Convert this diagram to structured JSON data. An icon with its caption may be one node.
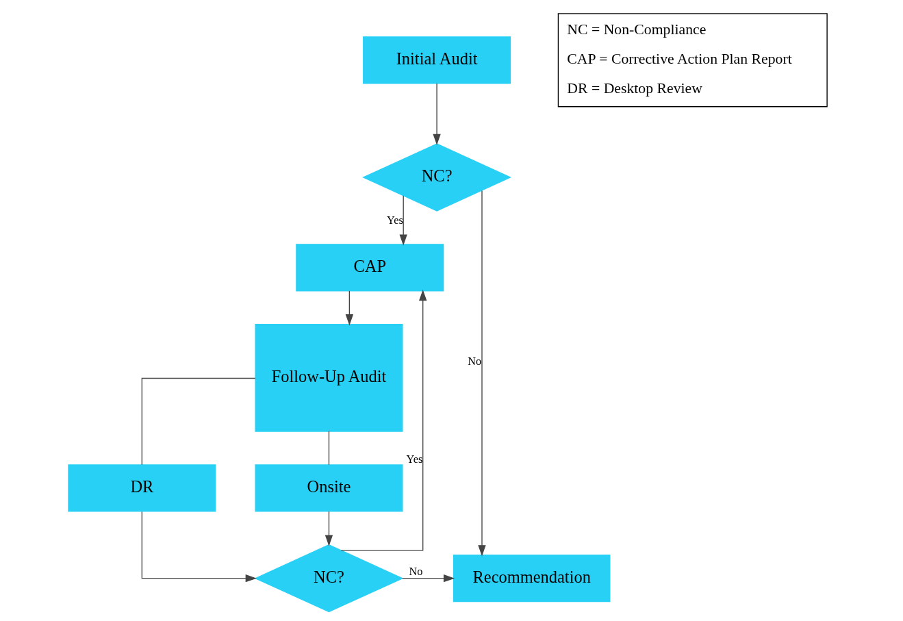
{
  "diagram": {
    "nodes": [
      {
        "text": [
          "Initial Audit"
        ]
      },
      {
        "text": [
          "NC?"
        ]
      },
      {
        "text": [
          "CAP"
        ]
      },
      {
        "text": [
          "Follow-Up Audit"
        ]
      },
      {
        "text": [
          "DR"
        ]
      },
      {
        "text": [
          "Onsite"
        ]
      },
      {
        "text": [
          "NC?"
        ]
      },
      {
        "text": [
          "Recommendation"
        ]
      }
    ],
    "edges": [
      {
        "from": 0,
        "to": 1,
        "arrow": "to"
      },
      {
        "from": 1,
        "to": 7,
        "arrow": "to",
        "label": "No"
      },
      {
        "from": 1,
        "to": 2,
        "arrow": "to",
        "label": "Yes"
      },
      {
        "from": 2,
        "to": 3,
        "arrow": "to"
      },
      {
        "from": 3,
        "to": 4,
        "arrow": "none"
      },
      {
        "from": 3,
        "to": 5,
        "arrow": "none"
      },
      {
        "from": 4,
        "to": 6,
        "arrow": "to"
      },
      {
        "from": 5,
        "to": 6,
        "arrow": "to"
      },
      {
        "from": 6,
        "to": 7,
        "arrow": "to",
        "label": "No"
      },
      {
        "from": 6,
        "to": 2,
        "arrow": "to",
        "label": "Yes"
      }
    ],
    "labels": [
      "NC = Non-Compliance",
      "CAP = Corrective Action Plan Report",
      "DR = Desktop Review"
    ]
  }
}
